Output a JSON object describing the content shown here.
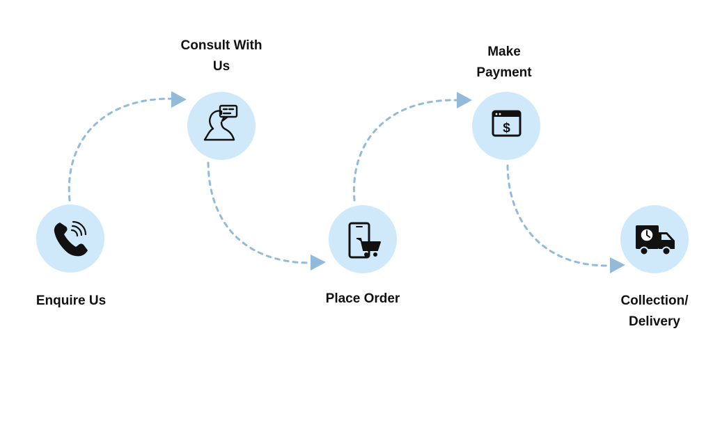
{
  "colors": {
    "circle_fill": "#cfe9fb",
    "connector": "#93bad8",
    "icon": "#111111",
    "text": "#111111"
  },
  "steps": [
    {
      "label": "Enquire Us",
      "icon": "phone-icon"
    },
    {
      "label": "Consult With\nUs",
      "icon": "consultation-chat-icon"
    },
    {
      "label": "Place Order",
      "icon": "mobile-cart-icon"
    },
    {
      "label": "Make\nPayment",
      "icon": "payment-dollar-icon"
    },
    {
      "label": "Collection/\nDelivery",
      "icon": "delivery-truck-icon"
    }
  ]
}
